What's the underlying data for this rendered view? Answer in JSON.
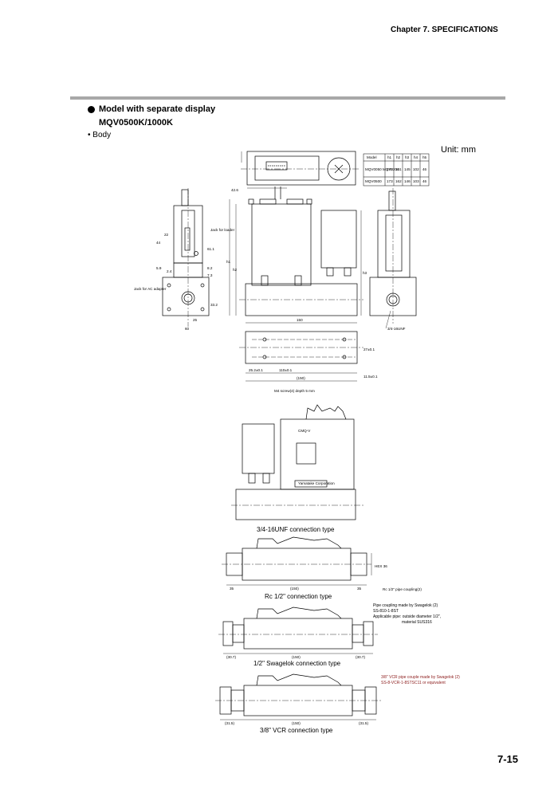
{
  "header": {
    "chapter": "Chapter 7. SPECIFICATIONS"
  },
  "section": {
    "title": "Model with separate display",
    "model": "MQV0500K/1000K",
    "subtitle": "• Body",
    "unit": "Unit: mm"
  },
  "dimension_table": {
    "columns": [
      "Model",
      "h1",
      "h2",
      "h3",
      "h4",
      "h5"
    ],
    "rows": [
      {
        "model": "MQV0050\nMQV0200",
        "cells": [
          "172",
          "161",
          "145",
          "102",
          "46"
        ]
      },
      {
        "model": "MQV0500",
        "cells": [
          "173",
          "162",
          "146",
          "103",
          "46"
        ]
      }
    ]
  },
  "annotations": {
    "jack_loader": "Jack for loader",
    "jack_ac": "Jack for AC adapter",
    "unf_thread": "3/4-16UNF",
    "screw": "M4 screw(4) depth 5 mm",
    "hex": "HEX 36",
    "rc_coupling": "Rc 1/2\" pipe coupling(2)",
    "swagelok_note": [
      "Pipe coupling made by Swagelok (2)",
      "SS-810-1-8ST",
      "Applicable pipe: outside diameter 1/2\",",
      "material SUS316"
    ],
    "vcr_note": [
      "3/8\" VCR pipe couple made by Swagelok (2)",
      "SS-8-VCR-1-8STSC11 or equivalent"
    ],
    "panel_title": "CMQ-V",
    "panel_brand": "Yamatake Corporation"
  },
  "dimensions": {
    "d_42_6": "42.6",
    "d_44": "44",
    "d_22": "22",
    "d_61_1": "61.1",
    "d_5_9": "5.9",
    "d_2_4": "2.4",
    "d_8_2": "8.2",
    "d_7_3": "7.3",
    "d_25a": "25",
    "d_60": "60",
    "d_33_2": "33.2",
    "d_150": "150",
    "d_27_a": "27±0.1",
    "d_11_5": "11.5±0.1",
    "d_25_2": "25.2±0.1",
    "d_110": "110±0.1",
    "d_150p": "(150)",
    "d_35a": "35",
    "d_35b": "35",
    "d_30_7a": "(30.7)",
    "d_30_7b": "(30.7)",
    "d_31_5a": "(31.5)",
    "d_31_5b": "(31.5)",
    "h1": "h1",
    "h2": "h2",
    "h3": "h3",
    "h4": "h4",
    "h5": "h5"
  },
  "captions": {
    "unf": "3/4-16UNF connection type",
    "rc": "Rc 1/2\" connection type",
    "swagelok": "1/2\" Swagelok connection type",
    "vcr": "3/8\" VCR connection type"
  },
  "footer": {
    "page": "7-15"
  },
  "colors": {
    "rule": "#a8a8a8",
    "vcr_note": "#8b1a1a"
  }
}
